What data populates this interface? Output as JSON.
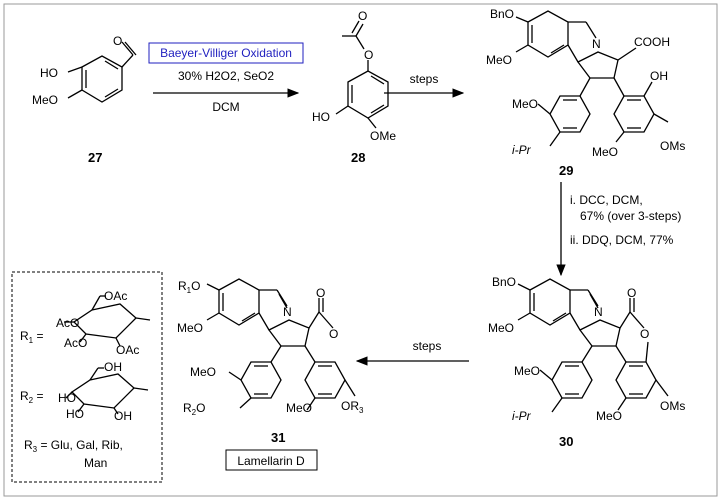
{
  "colors": {
    "boxed_text": "#1f1fbf",
    "line": "#000000",
    "frame": "#9a9a9a"
  },
  "compounds": {
    "c27": {
      "number": "27",
      "ho": "HO",
      "meo": "MeO"
    },
    "c28": {
      "number": "28",
      "ho": "HO",
      "ome": "OMe"
    },
    "c29": {
      "number": "29",
      "bno": "BnO",
      "meo": "MeO",
      "cooh": "COOH",
      "oh": "OH",
      "meo2": "MeO",
      "ipr": "i-Pr",
      "meo3": "MeO",
      "oms": "OMs"
    },
    "c30": {
      "number": "30",
      "bno": "BnO",
      "meo": "MeO",
      "meo2": "MeO",
      "ipr": "i-Pr",
      "meo3": "MeO",
      "oms": "OMs"
    },
    "c31": {
      "number": "31",
      "name": "Lamellarin D",
      "r1o": "R1O",
      "meo": "MeO",
      "meo2": "MeO",
      "r2o": "R2O",
      "meo3": "MeO",
      "or3": "OR3"
    }
  },
  "arrows": {
    "a1": {
      "name": "Baeyer-Villiger Oxidation",
      "reagents": "30% H2O2, SeO2",
      "solvent": "DCM"
    },
    "a2": {
      "label": "steps"
    },
    "a3": {
      "line1": "i. DCC, DCM,",
      "line2": "67% (over 3-steps)",
      "line3": "ii. DDQ, DCM, 77%"
    },
    "a4": {
      "label": "steps"
    }
  },
  "legend": {
    "r1": "R1 =",
    "r1_oac": "OAc",
    "r1_aco": "AcO",
    "r2": "R2 =",
    "r2_oh": "OH",
    "r2_ho": "HO",
    "r3_line1": "R3 = Glu, Gal, Rib,",
    "r3_line2": "Man"
  }
}
